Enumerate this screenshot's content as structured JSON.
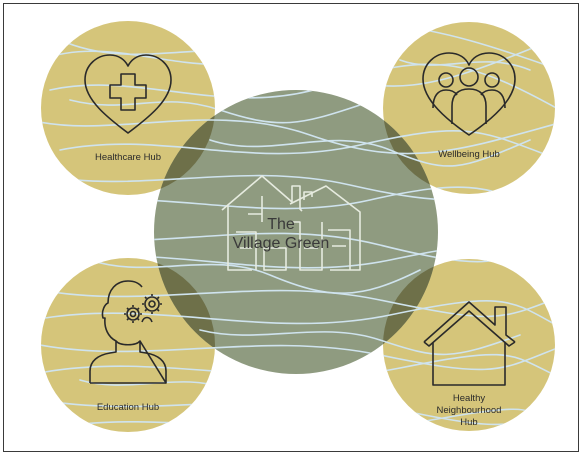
{
  "diagram": {
    "title_line1": "The",
    "title_line2": "Village Green",
    "hubs": {
      "healthcare": "Healthcare Hub",
      "wellbeing": "Wellbeing Hub",
      "education": "Education Hub",
      "neighbourhood_line1": "Healthy",
      "neighbourhood_line2": "Neighbourhood",
      "neighbourhood_line3": "Hub"
    },
    "colors": {
      "hub_fill": "#d5c57a",
      "center_fill": "#8f9b80",
      "overlap_fill": "#6e7049",
      "thread": "#cfe3ee",
      "icon_stroke": "#2a2a2a"
    }
  }
}
